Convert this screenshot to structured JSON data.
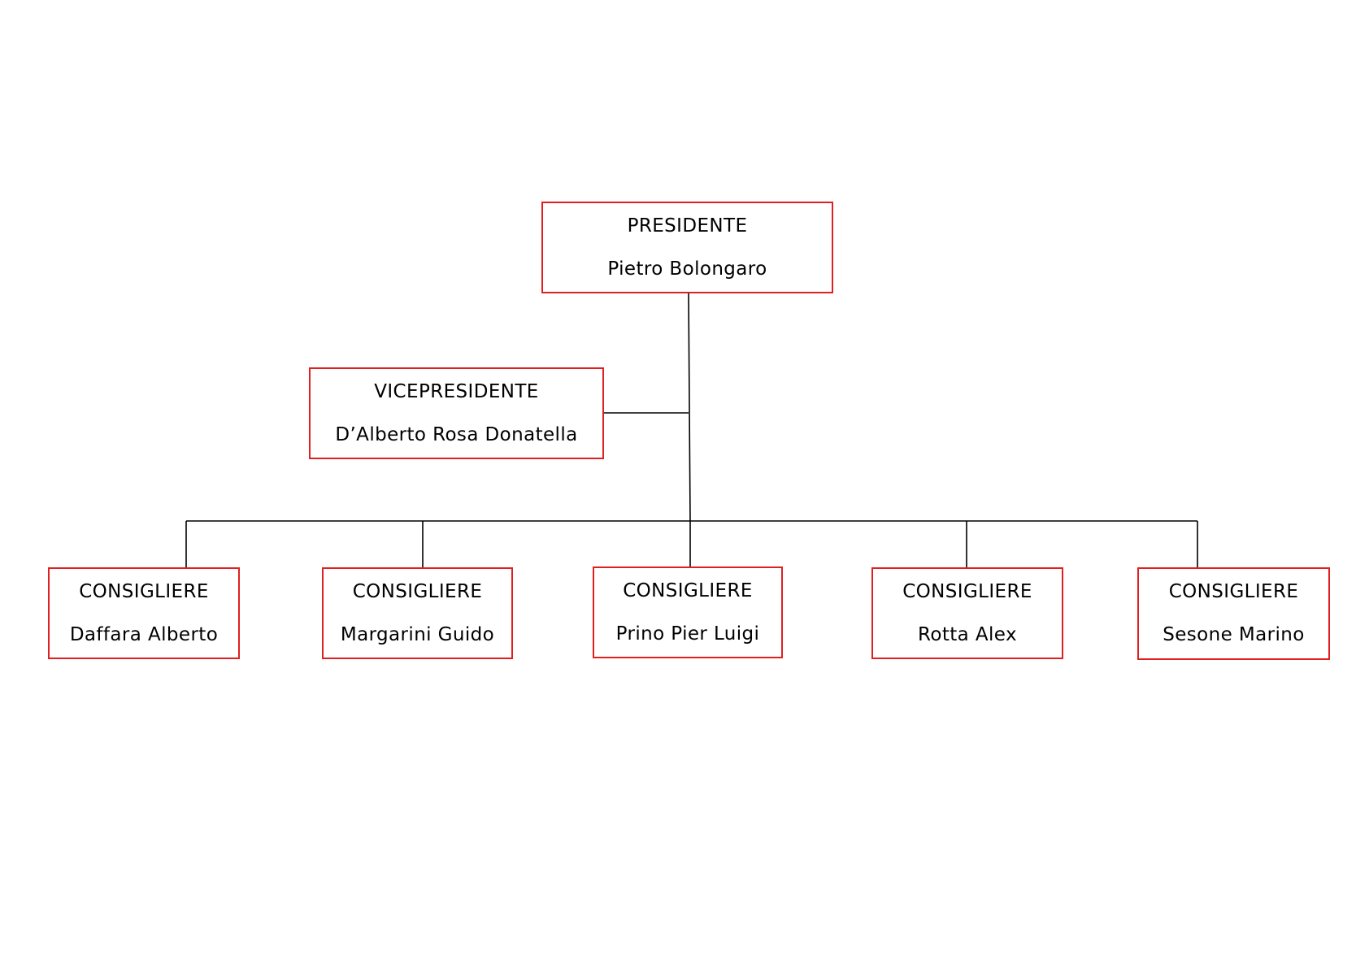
{
  "org_chart": {
    "president": {
      "role": "PRESIDENTE",
      "name": "Pietro Bolongaro"
    },
    "vice_president": {
      "role": "VICEPRESIDENTE",
      "name": "D’Alberto Rosa Donatella"
    },
    "councillors": [
      {
        "role": "CONSIGLIERE",
        "name": "Daffara Alberto"
      },
      {
        "role": "CONSIGLIERE",
        "name": "Margarini Guido"
      },
      {
        "role": "CONSIGLIERE",
        "name": "Prino Pier Luigi"
      },
      {
        "role": "CONSIGLIERE",
        "name": "Rotta Alex"
      },
      {
        "role": "CONSIGLIERE",
        "name": "Sesone Marino"
      }
    ]
  },
  "colors": {
    "box_border": "#e02020",
    "connector": "#000000",
    "text": "#000000",
    "background": "#ffffff"
  }
}
